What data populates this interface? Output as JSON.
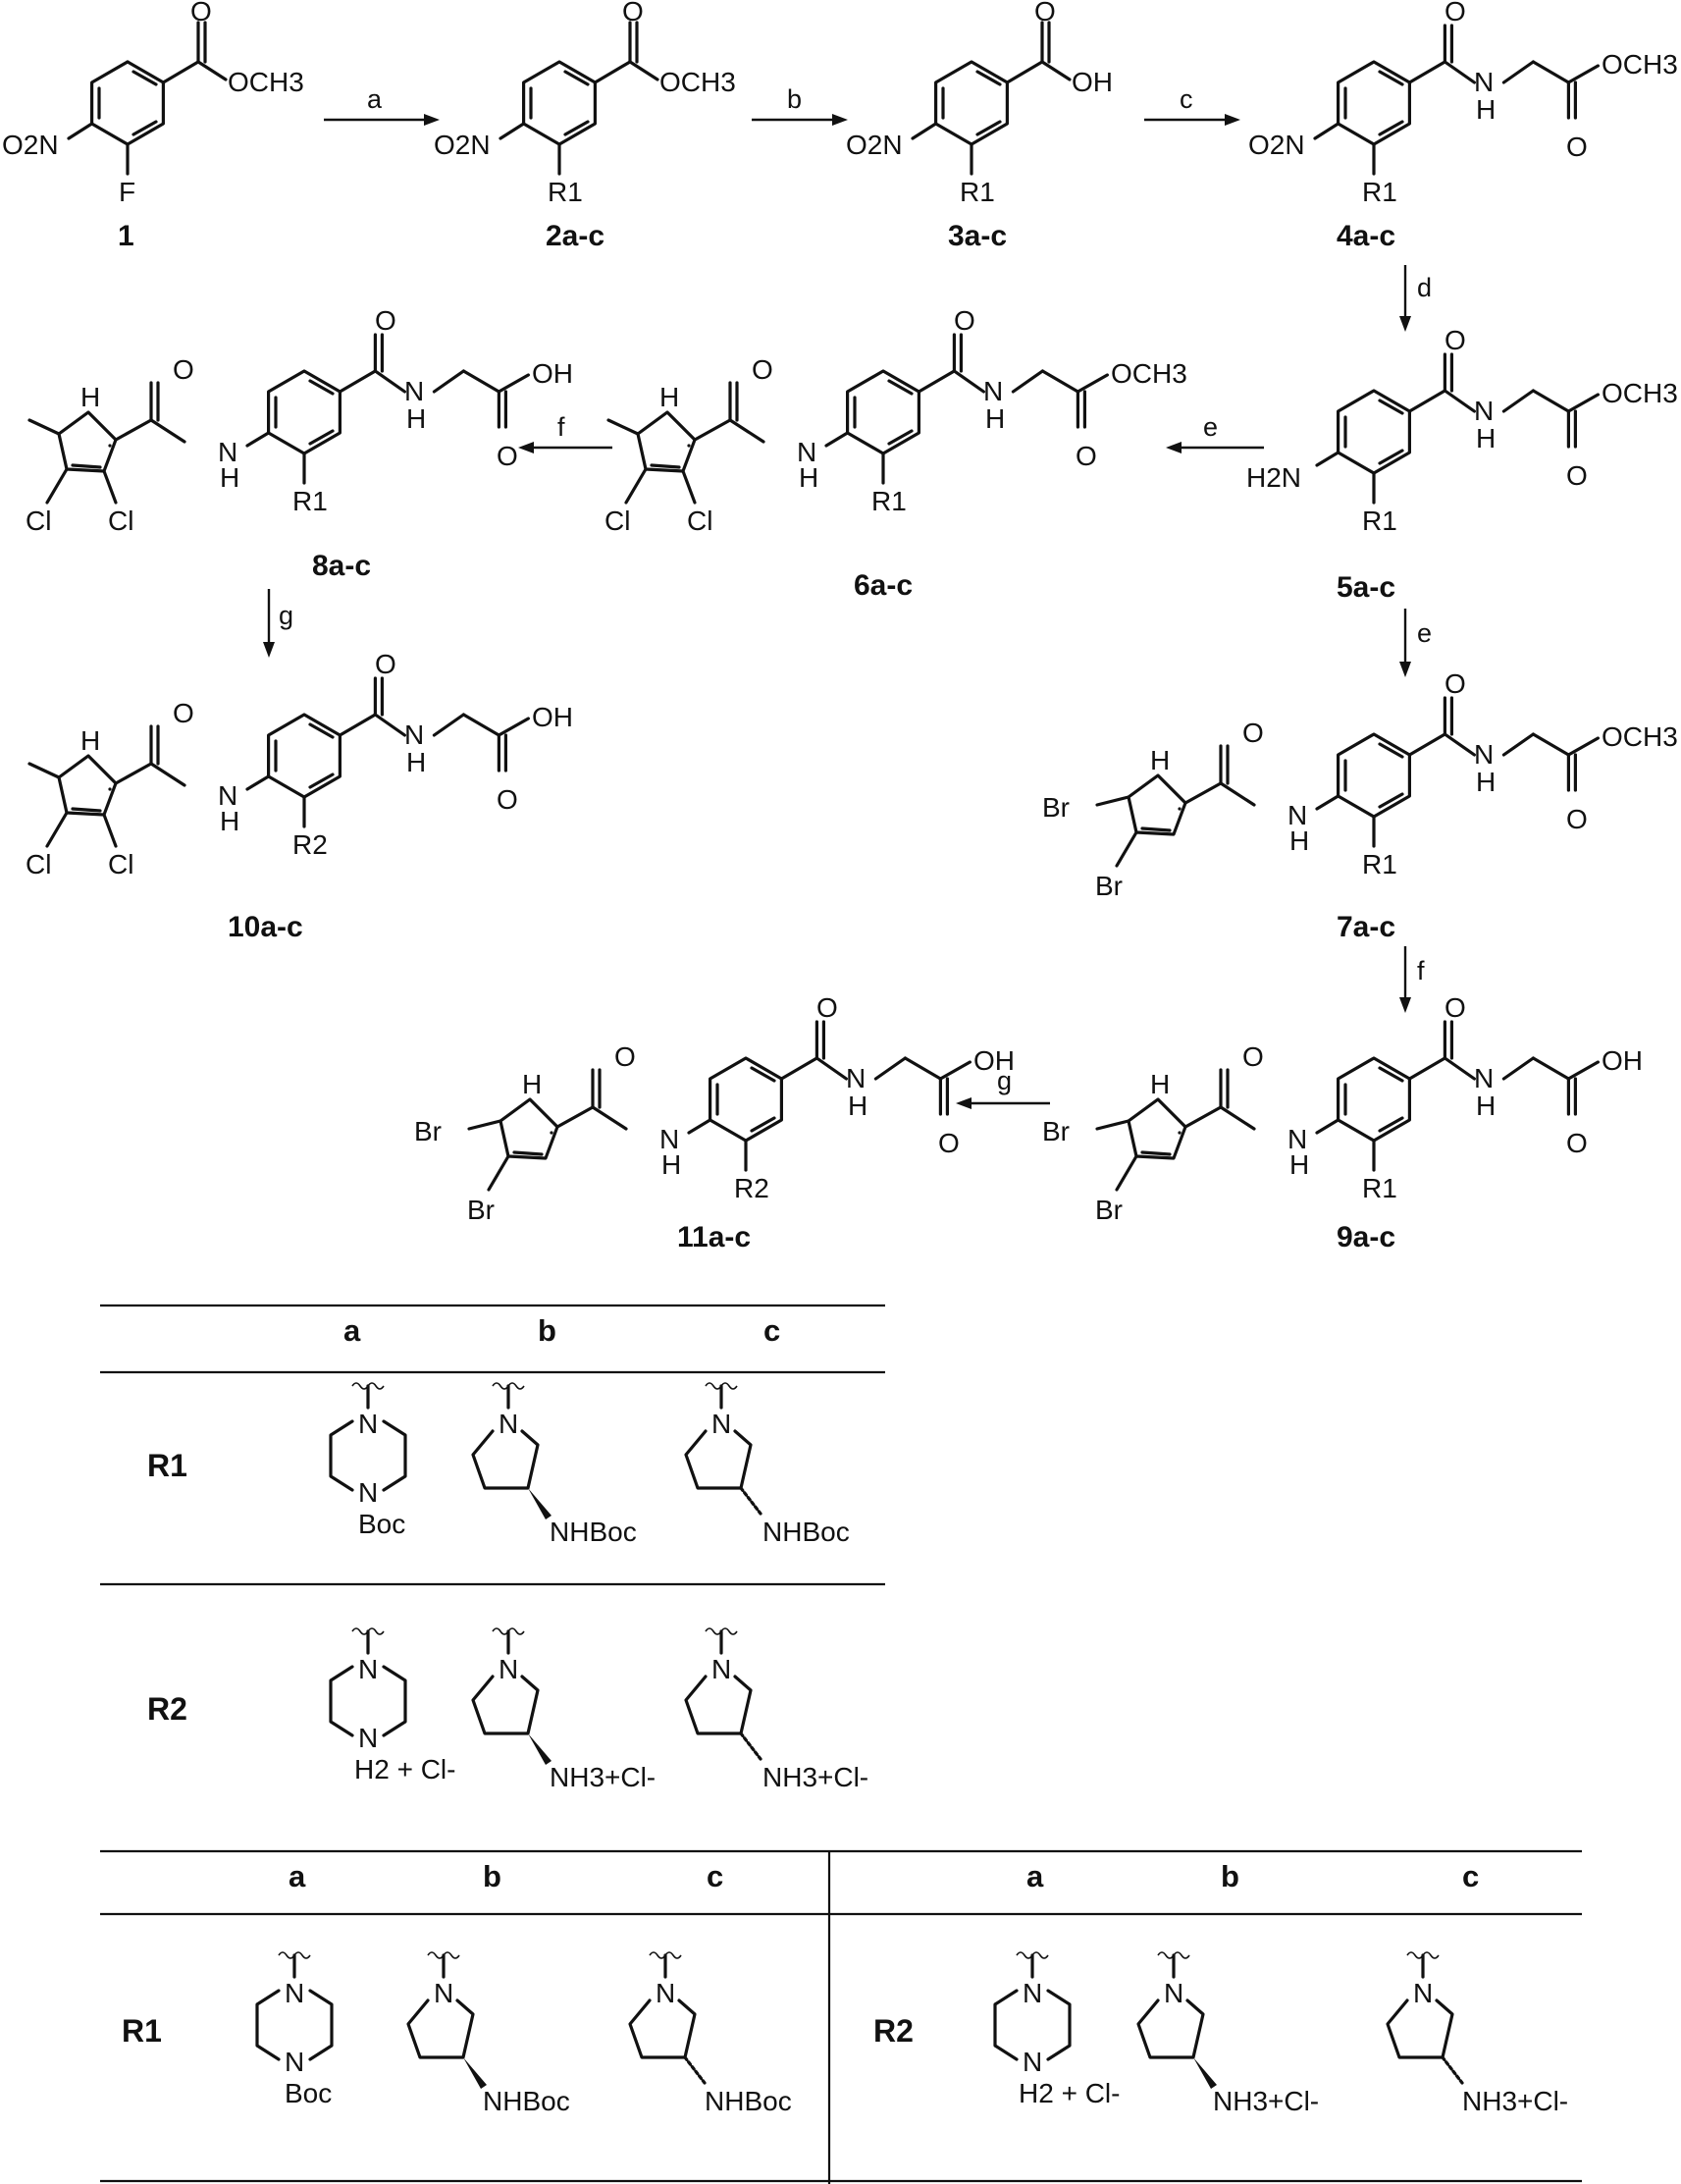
{
  "compounds": [
    {
      "id": "1"
    },
    {
      "id": "2a-c"
    },
    {
      "id": "3a-c"
    },
    {
      "id": "4a-c"
    },
    {
      "id": "5a-c"
    },
    {
      "id": "6a-c"
    },
    {
      "id": "7a-c"
    },
    {
      "id": "8a-c"
    },
    {
      "id": "9a-c"
    },
    {
      "id": "10a-c"
    },
    {
      "id": "11a-c"
    }
  ],
  "steps": [
    "a",
    "b",
    "c",
    "d",
    "e",
    "f",
    "g"
  ],
  "atoms": {
    "ester": "OCH3",
    "acid": "OH",
    "o": "O",
    "n": "N",
    "nh": "NH",
    "h": "H",
    "no2": "O2N",
    "f": "F",
    "h2n": "H2N",
    "cl": "Cl",
    "br": "Br",
    "r1": "R1",
    "r2": "R2"
  },
  "table": {
    "columns": [
      "a",
      "b",
      "c"
    ],
    "rows": [
      {
        "label": "R1",
        "substituents": [
          "Boc",
          "NHBoc",
          "NHBoc"
        ]
      },
      {
        "label": "R2",
        "substituents": [
          "H2 + Cl-",
          "NH3+Cl-",
          "NH3+Cl-"
        ]
      }
    ]
  }
}
